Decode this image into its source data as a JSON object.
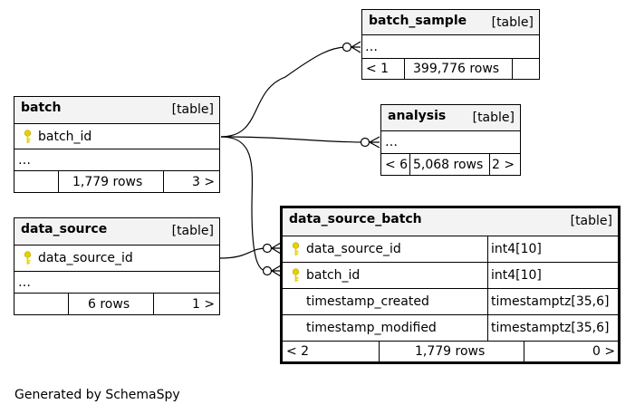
{
  "credit": "Generated by SchemaSpy",
  "tables": {
    "batch_sample": {
      "name": "batch_sample",
      "type": "[table]",
      "columns": [
        "…"
      ],
      "footer": {
        "parents": "< 1",
        "rows": "399,776 rows",
        "children": ""
      }
    },
    "batch": {
      "name": "batch",
      "type": "[table]",
      "columns": [
        "batch_id"
      ],
      "more": "…",
      "footer": {
        "parents": "",
        "rows": "1,779 rows",
        "children": "3 >"
      }
    },
    "analysis": {
      "name": "analysis",
      "type": "[table]",
      "columns": [
        "…"
      ],
      "footer": {
        "parents": "< 6",
        "rows": "5,068 rows",
        "children": "2 >"
      }
    },
    "data_source": {
      "name": "data_source",
      "type": "[table]",
      "columns": [
        "data_source_id"
      ],
      "more": "…",
      "footer": {
        "parents": "",
        "rows": "6 rows",
        "children": "1 >"
      }
    },
    "data_source_batch": {
      "name": "data_source_batch",
      "type": "[table]",
      "columns": [
        {
          "name": "data_source_id",
          "type": "int4[10]"
        },
        {
          "name": "batch_id",
          "type": "int4[10]"
        },
        {
          "name": "timestamp_created",
          "type": "timestamptz[35,6]"
        },
        {
          "name": "timestamp_modified",
          "type": "timestamptz[35,6]"
        }
      ],
      "footer": {
        "parents": "< 2",
        "rows": "1,779 rows",
        "children": "0 >"
      }
    }
  },
  "colors": {
    "key": "#e6d200",
    "header": "#f3f3f3"
  }
}
